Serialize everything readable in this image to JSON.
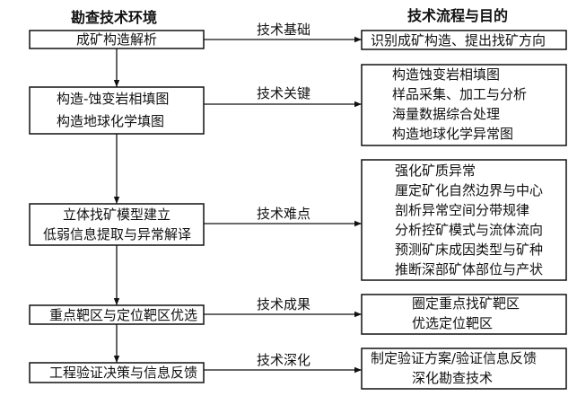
{
  "headers": {
    "left": "勘查技术环境",
    "right": "技术流程与目的"
  },
  "left_boxes": [
    {
      "lines": [
        "成矿构造解析"
      ]
    },
    {
      "lines": [
        "构造-蚀变岩相填图",
        "构造地球化学填图"
      ]
    },
    {
      "lines": [
        "立体找矿模型建立",
        "低弱信息提取与异常解译"
      ]
    },
    {
      "lines": [
        "重点靶区与定位靶区优选"
      ]
    },
    {
      "lines": [
        "工程验证决策与信息反馈"
      ]
    }
  ],
  "links": [
    "技术基础",
    "技术关键",
    "技术难点",
    "技术成果",
    "技术深化"
  ],
  "right_boxes": [
    {
      "lines": [
        "识别成矿构造、提出找矿方向"
      ]
    },
    {
      "lines": [
        "构造蚀变岩相填图",
        "样品采集、加工与分析",
        "海量数据综合处理",
        "构造地球化学异常图"
      ]
    },
    {
      "lines": [
        "强化矿质异常",
        "厘定矿化自然边界与中心",
        "剖析异常空间分带规律",
        "分析控矿模式与流体流向",
        "预测矿床成因类型与矿种",
        "推断深部矿体部位与产状"
      ]
    },
    {
      "lines": [
        "圈定重点找矿靶区",
        "优选定位靶区"
      ]
    },
    {
      "lines": [
        "制定验证方案/验证信息反馈",
        "深化勘查技术"
      ]
    }
  ],
  "colors": {
    "line": "#111111",
    "text": "#111111",
    "background": "#ffffff"
  }
}
